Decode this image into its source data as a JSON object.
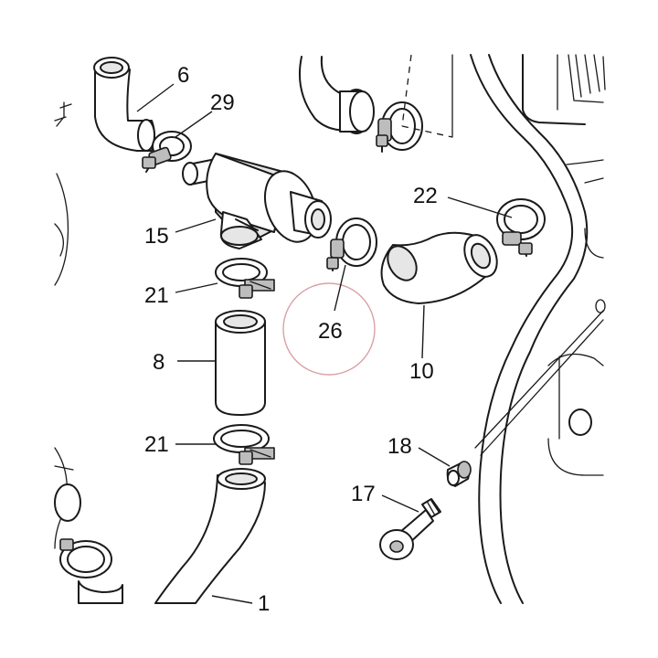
{
  "highlight_color": "#d9a0a6",
  "line_color": "#1a1a1a",
  "callouts": {
    "c6": "6",
    "c29": "29",
    "c15": "15",
    "c21a": "21",
    "c8": "8",
    "c21b": "21",
    "c26": "26",
    "c22": "22",
    "c10": "10",
    "c18": "18",
    "c17": "17",
    "c1": "1"
  }
}
